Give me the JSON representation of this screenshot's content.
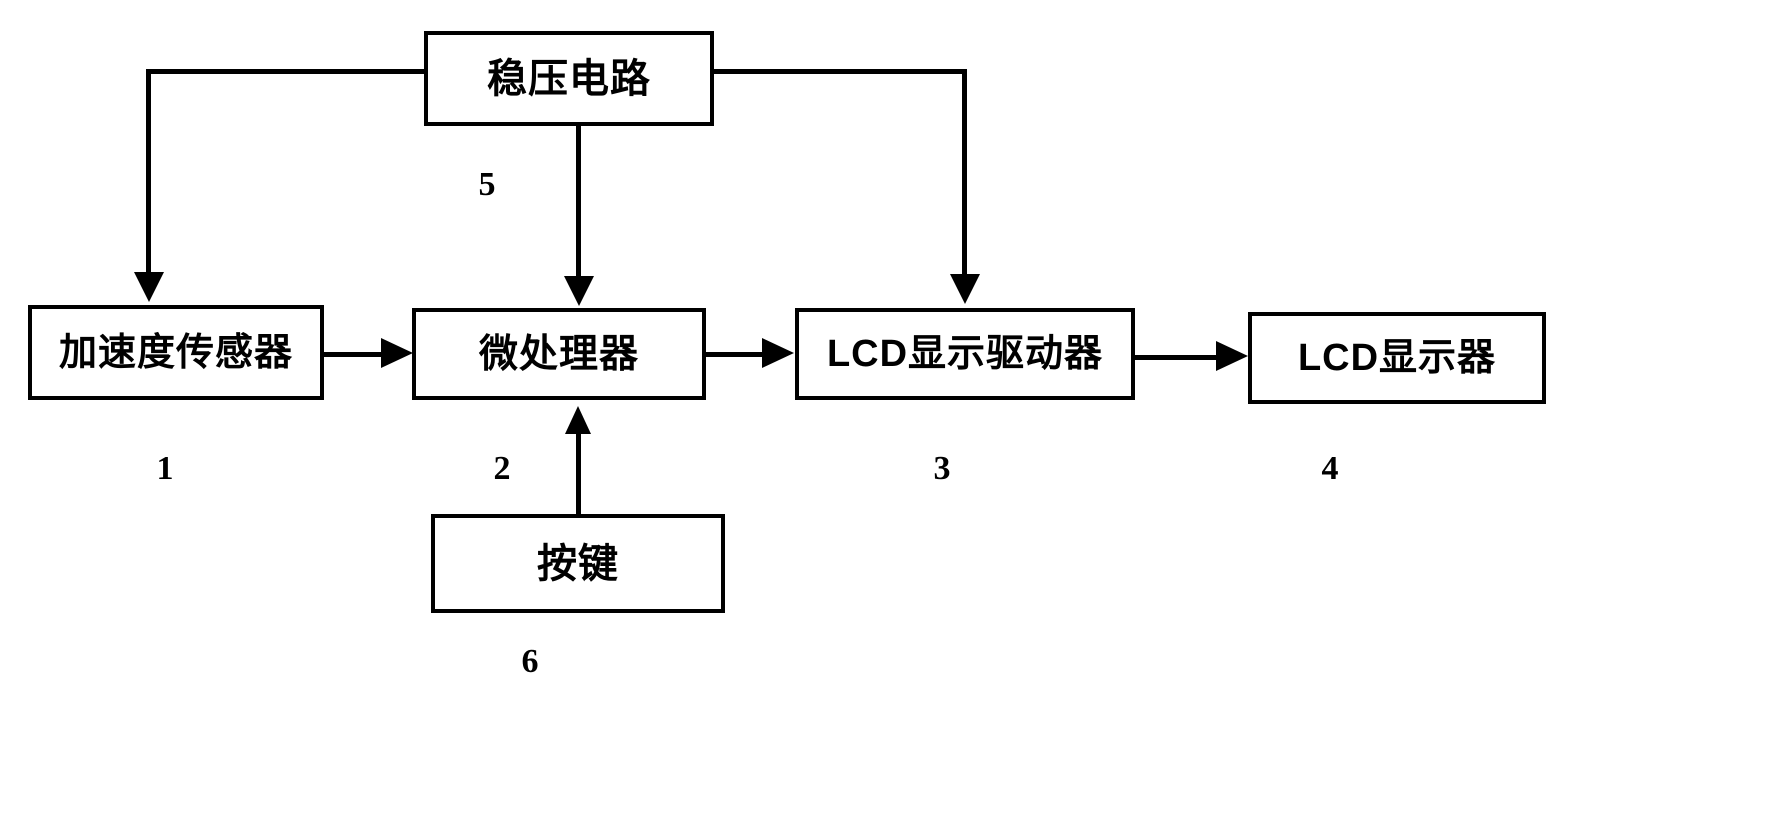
{
  "diagram": {
    "title": "",
    "background_color": "#ffffff",
    "line_color": "#000000",
    "nodes": [
      {
        "id": "regulator",
        "label": "稳压电路",
        "ref": "5"
      },
      {
        "id": "sensor",
        "label": "加速度传感器",
        "ref": "1"
      },
      {
        "id": "mcu",
        "label": "微处理器",
        "ref": "2"
      },
      {
        "id": "lcd_driver",
        "label": "LCD显示驱动器",
        "ref": "3"
      },
      {
        "id": "lcd",
        "label": "LCD显示器",
        "ref": "4"
      },
      {
        "id": "keys",
        "label": "按键",
        "ref": "6"
      }
    ],
    "refs": {
      "sensor": "1",
      "mcu": "2",
      "lcd_driver": "3",
      "lcd": "4",
      "regulator": "5",
      "keys": "6"
    },
    "edges": [
      {
        "from": "regulator",
        "to": "sensor",
        "style": "elbow-left",
        "arrow": "down"
      },
      {
        "from": "regulator",
        "to": "mcu",
        "style": "straight",
        "arrow": "down"
      },
      {
        "from": "regulator",
        "to": "lcd_driver",
        "style": "elbow-right",
        "arrow": "down"
      },
      {
        "from": "sensor",
        "to": "mcu",
        "style": "straight",
        "arrow": "right"
      },
      {
        "from": "mcu",
        "to": "lcd_driver",
        "style": "straight",
        "arrow": "right"
      },
      {
        "from": "lcd_driver",
        "to": "lcd",
        "style": "straight",
        "arrow": "right"
      },
      {
        "from": "keys",
        "to": "mcu",
        "style": "straight",
        "arrow": "up"
      }
    ]
  }
}
